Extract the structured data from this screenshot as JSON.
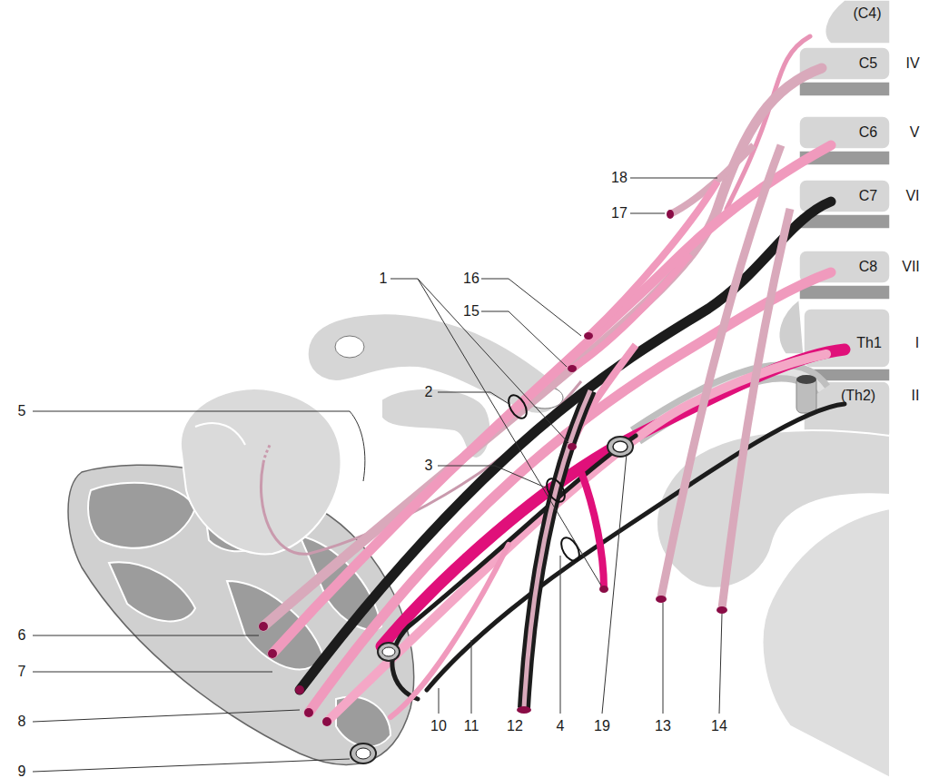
{
  "diagram": {
    "labels": [
      "(C4)",
      "C5",
      "IV",
      "C6",
      "V",
      "C7",
      "VI",
      "C8",
      "VII",
      "Th1",
      "I",
      "(Th2)",
      "II",
      "18",
      "17",
      "16",
      "1",
      "15",
      "2",
      "5",
      "3",
      "6",
      "7",
      "8",
      "9",
      "10",
      "11",
      "12",
      "4",
      "19",
      "13",
      "14"
    ]
  }
}
